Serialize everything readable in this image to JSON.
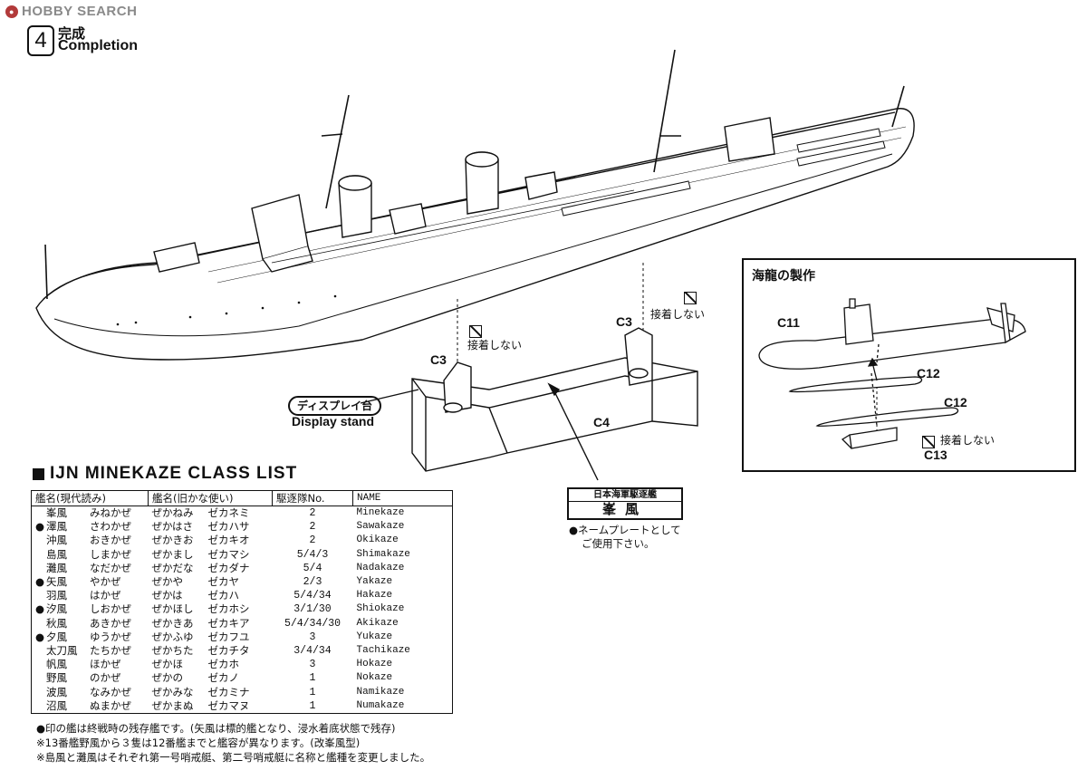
{
  "watermark": {
    "text": "HOBBY SEARCH"
  },
  "step": {
    "number": "4",
    "title_jp": "完成",
    "title_en": "Completion"
  },
  "labels": {
    "c3_left": "C3",
    "c3_right": "C3",
    "c4": "C4",
    "no_glue": "接着しない",
    "display_stand_jp": "ディスプレイ台",
    "display_stand_en": "Display stand"
  },
  "inset": {
    "title": "海龍の製作",
    "c11": "C11",
    "c12a": "C12",
    "c12b": "C12",
    "c13": "C13",
    "no_glue": "接着しない"
  },
  "nameplate": {
    "top": "日本海軍駆逐艦",
    "main": "峯風",
    "note_line1": "●ネームプレートとして",
    "note_line2": "ご使用下さい。"
  },
  "class_list": {
    "title": "IJN MINEKAZE CLASS LIST",
    "headers": [
      "艦名(現代読み)",
      "艦名(旧かな使い)",
      "駆逐隊No.",
      "NAME"
    ],
    "rows": [
      {
        "mark": "",
        "name": "峯風",
        "modern": "みねかぜ",
        "old_hira": "ぜかねみ",
        "old_kata": "ゼカネミ",
        "no": "2",
        "en": "Minekaze"
      },
      {
        "mark": "●",
        "name": "澤風",
        "modern": "さわかぜ",
        "old_hira": "ぜかはさ",
        "old_kata": "ゼカハサ",
        "no": "2",
        "en": "Sawakaze"
      },
      {
        "mark": "",
        "name": "沖風",
        "modern": "おきかぜ",
        "old_hira": "ぜかきお",
        "old_kata": "ゼカキオ",
        "no": "2",
        "en": "Okikaze"
      },
      {
        "mark": "",
        "name": "島風",
        "modern": "しまかぜ",
        "old_hira": "ぜかまし",
        "old_kata": "ゼカマシ",
        "no": "5/4/3",
        "en": "Shimakaze"
      },
      {
        "mark": "",
        "name": "灘風",
        "modern": "なだかぜ",
        "old_hira": "ぜかだな",
        "old_kata": "ゼカダナ",
        "no": "5/4",
        "en": "Nadakaze"
      },
      {
        "mark": "●",
        "name": "矢風",
        "modern": "やかぜ",
        "old_hira": "ぜかや",
        "old_kata": "ゼカヤ",
        "no": "2/3",
        "en": "Yakaze"
      },
      {
        "mark": "",
        "name": "羽風",
        "modern": "はかぜ",
        "old_hira": "ぜかは",
        "old_kata": "ゼカハ",
        "no": "5/4/34",
        "en": "Hakaze"
      },
      {
        "mark": "●",
        "name": "汐風",
        "modern": "しおかぜ",
        "old_hira": "ぜかほし",
        "old_kata": "ゼカホシ",
        "no": "3/1/30",
        "en": "Shiokaze"
      },
      {
        "mark": "",
        "name": "秋風",
        "modern": "あきかぜ",
        "old_hira": "ぜかきあ",
        "old_kata": "ゼカキア",
        "no": "5/4/34/30",
        "en": "Akikaze"
      },
      {
        "mark": "●",
        "name": "夕風",
        "modern": "ゆうかぜ",
        "old_hira": "ぜかふゆ",
        "old_kata": "ゼカフユ",
        "no": "3",
        "en": "Yukaze"
      },
      {
        "mark": "",
        "name": "太刀風",
        "modern": "たちかぜ",
        "old_hira": "ぜかちた",
        "old_kata": "ゼカチタ",
        "no": "3/4/34",
        "en": "Tachikaze"
      },
      {
        "mark": "",
        "name": "帆風",
        "modern": "ほかぜ",
        "old_hira": "ぜかほ",
        "old_kata": "ゼカホ",
        "no": "3",
        "en": "Hokaze"
      },
      {
        "mark": "",
        "name": "野風",
        "modern": "のかぜ",
        "old_hira": "ぜかの",
        "old_kata": "ゼカノ",
        "no": "1",
        "en": "Nokaze"
      },
      {
        "mark": "",
        "name": "波風",
        "modern": "なみかぜ",
        "old_hira": "ぜかみな",
        "old_kata": "ゼカミナ",
        "no": "1",
        "en": "Namikaze"
      },
      {
        "mark": "",
        "name": "沼風",
        "modern": "ぬまかぜ",
        "old_hira": "ぜかまぬ",
        "old_kata": "ゼカマヌ",
        "no": "1",
        "en": "Numakaze"
      }
    ]
  },
  "notes": [
    "●印の艦は終戦時の残存艦です。(矢風は標的艦となり、浸水着底状態で残存)",
    "※13番艦野風から３隻は12番艦までと艦容が異なります。(改峯風型)",
    "※島風と灘風はそれぞれ第一号哨戒艇、第二号哨戒艇に名称と艦種を変更しました。"
  ]
}
